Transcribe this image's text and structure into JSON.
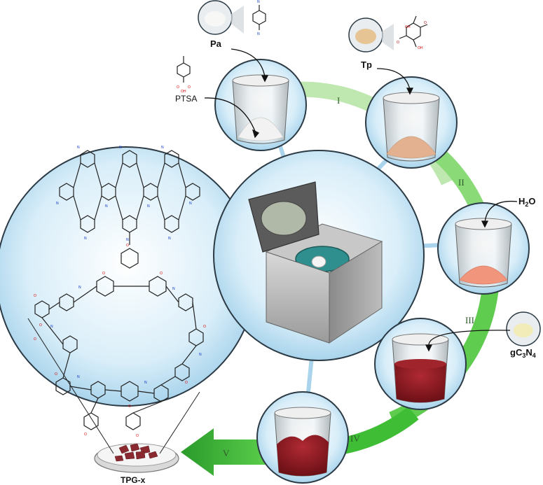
{
  "labels": {
    "pa": "Pa",
    "ptsa": "PTSA",
    "tp": "Tp",
    "water_main": "H",
    "water_sub": "2",
    "water_tail": "O",
    "gcn_main": "gC",
    "gcn_sub1": "3",
    "gcn_mid": "N",
    "gcn_sub2": "4",
    "product": "TPG-x"
  },
  "steps": [
    "I",
    "II",
    "III",
    "IV",
    "V"
  ],
  "colors": {
    "ring_light": "#bfe8b0",
    "ring_mid": "#74d264",
    "ring_dark": "#3fbe35",
    "arrow_dark": "#2a9a2a",
    "bubble": "#d4ecf8",
    "bubble_edge": "#2b3a44",
    "powder_white": "#f2f2f2",
    "powder_beige": "#e3b190",
    "powder_pink": "#f1967c",
    "liquid_red": "#8e1d24",
    "gel_red": "#9a1820"
  }
}
